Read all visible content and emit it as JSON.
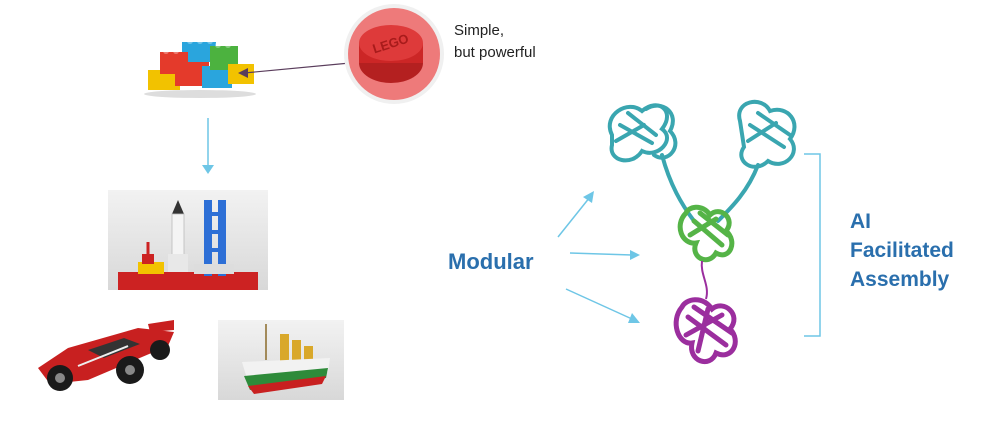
{
  "callout": {
    "line1": "Simple,",
    "line2": "but powerful",
    "brick_stamp": "LEGO"
  },
  "modular_label": "Modular",
  "assembly_label": {
    "line1": "AI",
    "line2": "Facilitated",
    "line3": "Assembly"
  },
  "colors": {
    "accent_text": "#2a6fad",
    "arrow": "#6ec6e6",
    "bracket": "#6ec6e6",
    "protein_top": "#3aa6b0",
    "protein_mid": "#55b447",
    "protein_bottom": "#9b2e9e"
  }
}
